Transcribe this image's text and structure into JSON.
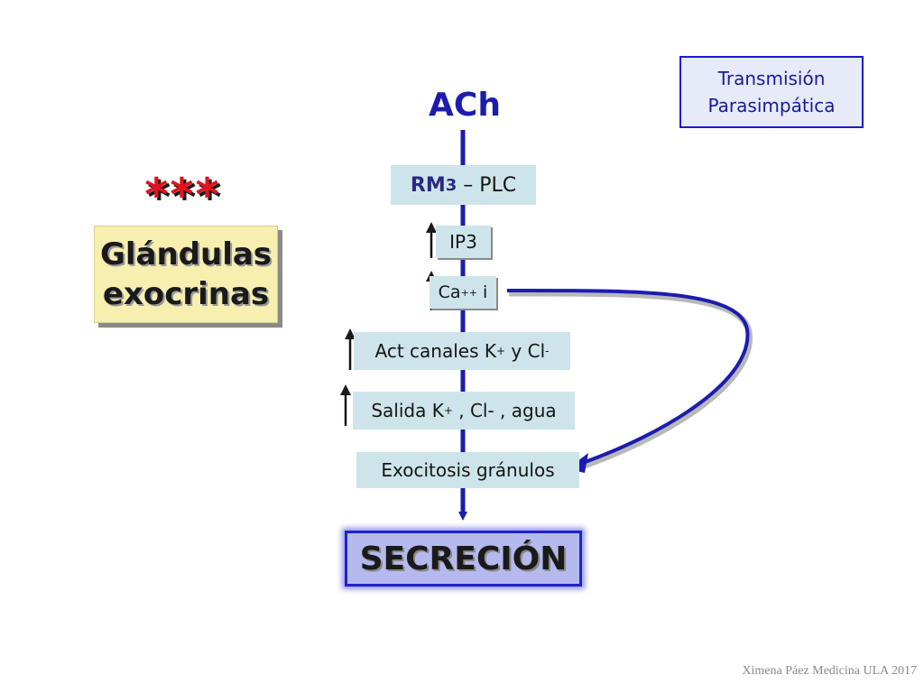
{
  "header": {
    "title_line1": "Transmisión",
    "title_line2": "Parasimpática"
  },
  "diagram": {
    "neurotransmitter": "ACh",
    "emphasis_mark": "***",
    "target": {
      "line1": "Glándulas",
      "line2": "exocrinas"
    },
    "steps": {
      "receptor": {
        "main": "RM",
        "sub": "3",
        "rest": " – PLC"
      },
      "ip3": "IP3",
      "calcium": {
        "main": "Ca",
        "sup": "++",
        "rest": " i"
      },
      "channels": {
        "prefix": "Act canales K",
        "k_sup": "+",
        "middle": " y Cl",
        "cl_sub": "-"
      },
      "efflux": {
        "prefix": "Salida K",
        "k_sup": "+",
        "rest": " , Cl- , agua"
      },
      "exocytosis": "Exocitosis gránulos"
    },
    "result": "SECRECIÓN"
  },
  "footer": {
    "credit": "Ximena Páez Medicina ULA 2017"
  },
  "colors": {
    "spine": "#1c1cb0",
    "step_fill": "#cde4ea",
    "stars": "#e0141e",
    "target_fill": "#f7efb0",
    "result_fill": "#b5b9ee"
  }
}
